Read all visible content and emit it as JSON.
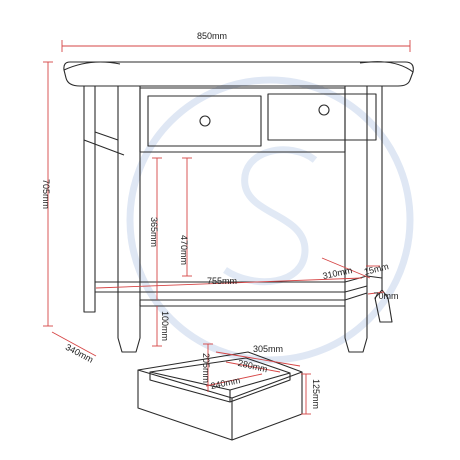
{
  "diagram": {
    "labels": {
      "width_top": "850mm",
      "height_total": "705mm",
      "depth": "340mm",
      "drawer_height": "365mm",
      "shelf_height": "470mm",
      "shelf_width": "755mm",
      "shelf_depth": "310mm",
      "shelf_thickness": "15mm",
      "leg_width": "70mm",
      "leg_clearance": "100mm",
      "drawer_width": "305mm",
      "drawer_inner_width": "280mm",
      "drawer_inner_depth": "240mm",
      "drawer_depth_side": "205mm",
      "drawer_box_height": "125mm"
    },
    "colors": {
      "line": "#2b2b2b",
      "dimension": "#d64545",
      "watermark": "#dfe7f4"
    },
    "watermark": "circle-s-logo"
  }
}
